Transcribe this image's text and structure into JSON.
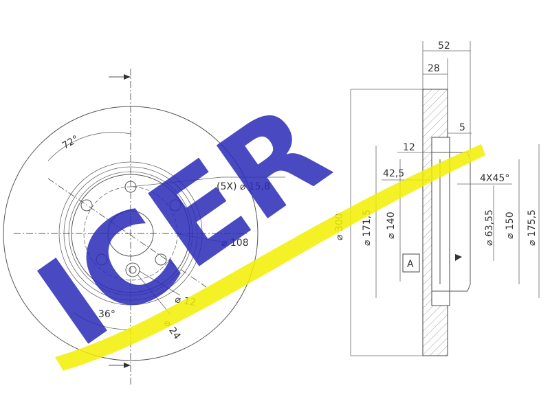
{
  "brand": {
    "logo_text": "ICER",
    "logo_color": "#2a2bb8",
    "swoosh_color": "#f2ee00"
  },
  "front_view": {
    "angle_top": "72°",
    "angle_bottom": "36°",
    "bolt_holes": "(5X) ⌀ 15,8",
    "bolt_circle": "⌀ 108",
    "center_bore": "⌀ 12",
    "small_hole": "⌀ 24"
  },
  "section_view": {
    "total_width": "52",
    "disc_thickness": "28",
    "offset_5": "5",
    "offset_12": "12",
    "height_42_5": "42,5",
    "chamfer": "4X45°",
    "outer_diameter": "⌀ 300",
    "dia_171_5": "⌀ 171,5",
    "dia_140": "⌀ 140",
    "dia_63_55": "⌀ 63,55",
    "dia_150": "⌀ 150",
    "dia_175_5": "⌀ 175,5",
    "datum": "A"
  }
}
